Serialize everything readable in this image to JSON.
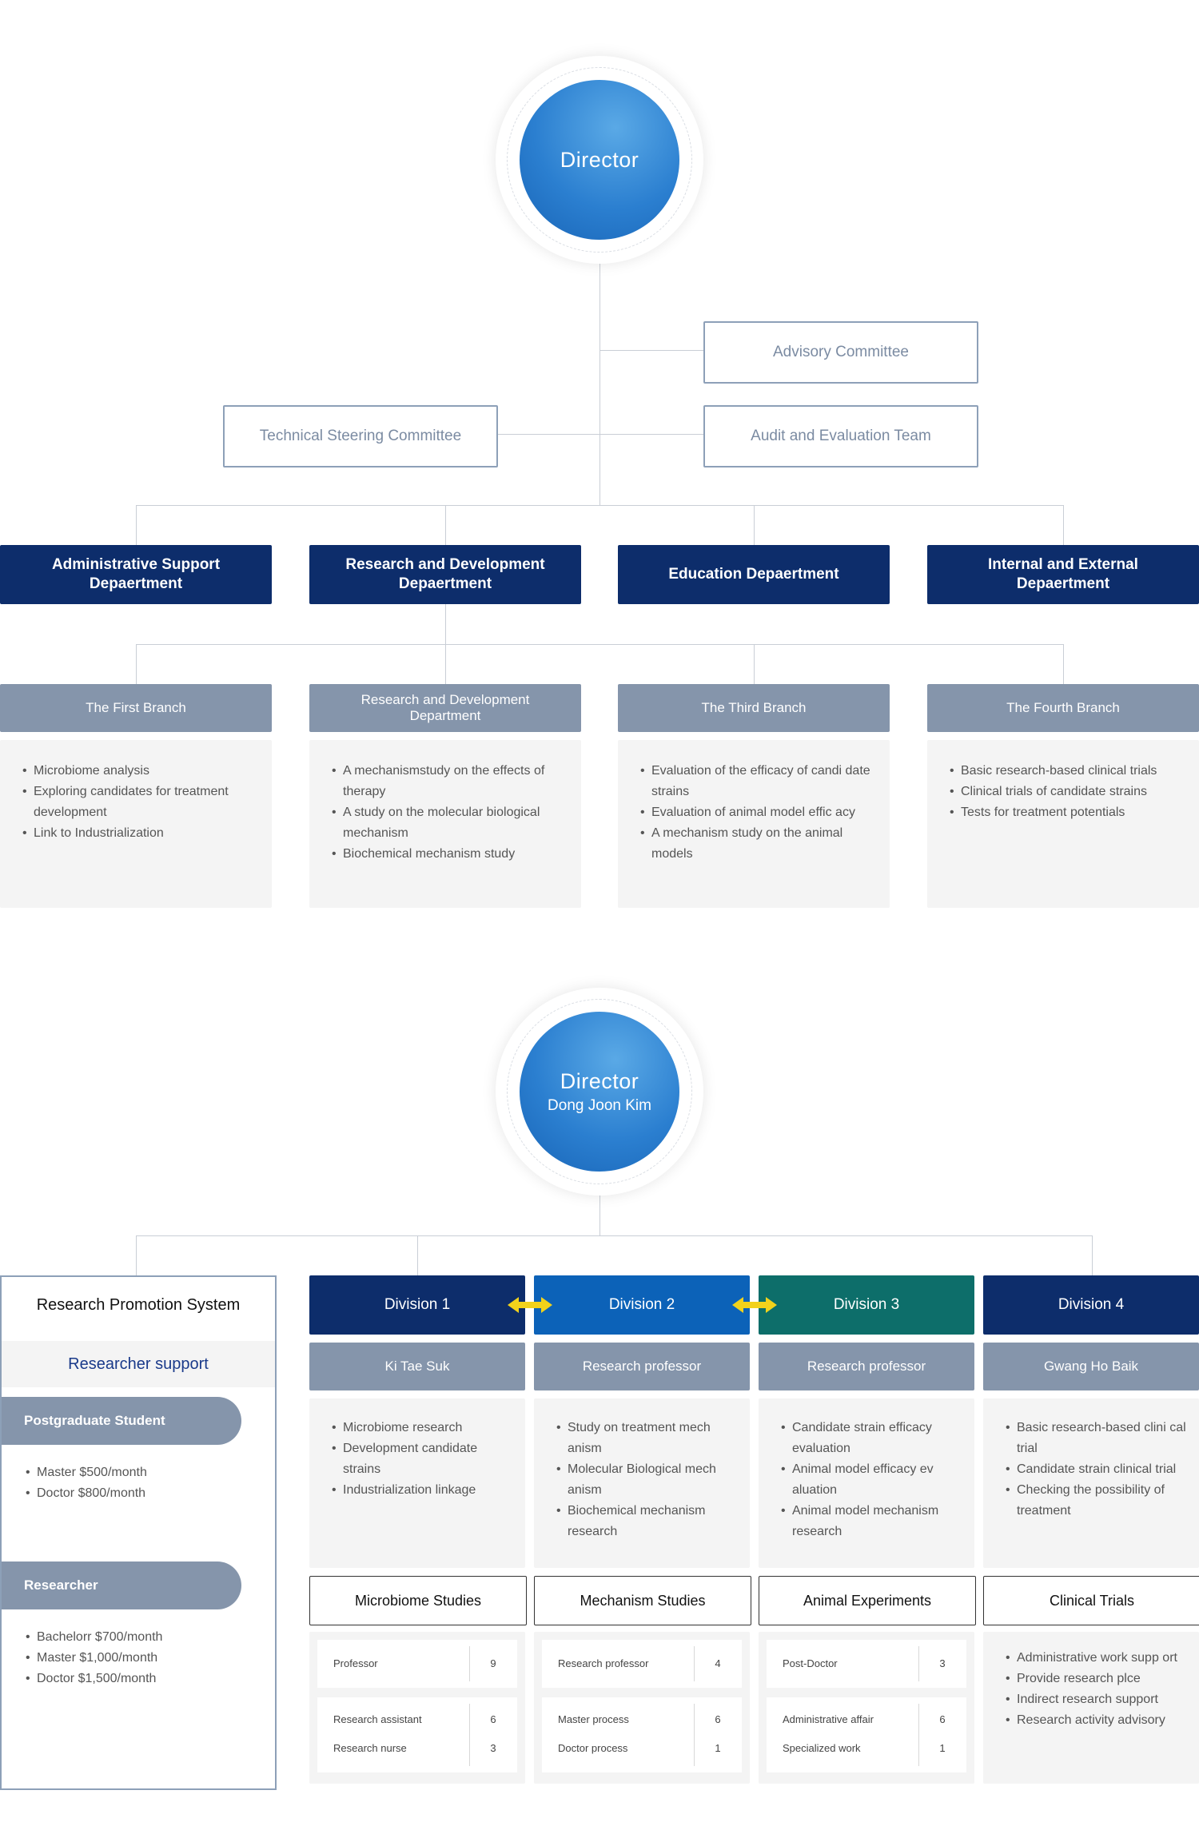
{
  "top": {
    "director": "Director",
    "committees": {
      "advisory": "Advisory Committee",
      "technical": "Technical Steering Committee",
      "audit": "Audit and Evaluation Team"
    },
    "departments": [
      {
        "l1": "Administrative Support",
        "l2": "Depaertment"
      },
      {
        "l1": "Research and Development",
        "l2": "Depaertment"
      },
      {
        "l1": "Education Depaertment",
        "l2": ""
      },
      {
        "l1": "Internal and External",
        "l2": "Depaertment"
      }
    ],
    "branches": [
      {
        "title": "The First Branch",
        "title2": "",
        "items": [
          "Microbiome analysis",
          "Exploring candidates for treatment development",
          "Link to Industrialization"
        ]
      },
      {
        "title": "Research and Development",
        "title2": "Department",
        "items": [
          "A mechanismstudy on the effects of therapy",
          "A study on the molecular biological mechanism",
          "Biochemical mechanism study"
        ]
      },
      {
        "title": "The Third Branch",
        "title2": "",
        "items": [
          "Evaluation of the efficacy of candi date strains",
          "Evaluation of animal model effic acy",
          "A mechanism study on the animal models"
        ]
      },
      {
        "title": "The Fourth Branch",
        "title2": "",
        "items": [
          "Basic research-based clinical trials",
          "Clinical trials of candidate strains",
          "Tests for treatment potentials"
        ]
      }
    ]
  },
  "bottom": {
    "director": "Director",
    "director_name": "Dong Joon Kim",
    "rps": {
      "title": "Research Promotion System",
      "subtitle": "Researcher support",
      "groups": [
        {
          "label": "Postgraduate Student",
          "items": [
            "Master $500/month",
            "Doctor $800/month"
          ]
        },
        {
          "label": "Researcher",
          "items": [
            "Bachelorr $700/month",
            "Master $1,000/month",
            "Doctor $1,500/month"
          ]
        }
      ]
    },
    "divisions": [
      {
        "name": "Division 1",
        "color": "#0d2d6b",
        "lead": "Ki Tae Suk",
        "items": [
          "Microbiome research",
          "Development candidate strains",
          "Industrialization linkage"
        ],
        "study": "Microbiome Studies",
        "staff": [
          [
            {
              "role": "Professor",
              "n": "9"
            }
          ],
          [
            {
              "role": "Research assistant",
              "n": "6"
            },
            {
              "role": "Research nurse",
              "n": "3"
            }
          ]
        ]
      },
      {
        "name": "Division 2",
        "color": "#0c62b8",
        "lead": "Research professor",
        "items": [
          "Study on treatment mech anism",
          "Molecular Biological mech anism",
          "Biochemical mechanism research"
        ],
        "study": "Mechanism Studies",
        "staff": [
          [
            {
              "role": "Research professor",
              "n": "4"
            }
          ],
          [
            {
              "role": "Master process",
              "n": "6"
            },
            {
              "role": "Doctor process",
              "n": "1"
            }
          ]
        ]
      },
      {
        "name": "Division 3",
        "color": "#0d6e6a",
        "lead": "Research professor",
        "items": [
          "Candidate strain efficacy evaluation",
          "Animal model efficacy ev aluation",
          "Animal model mechanism research"
        ],
        "study": "Animal Experiments",
        "staff": [
          [
            {
              "role": "Post-Doctor",
              "n": "3"
            }
          ],
          [
            {
              "role": "Administrative affair",
              "n": "6"
            },
            {
              "role": "Specialized work",
              "n": "1"
            }
          ]
        ]
      },
      {
        "name": "Division 4",
        "color": "#0d2d6b",
        "lead": "Gwang Ho Baik",
        "items": [
          "Basic research-based clini cal trial",
          "Candidate strain clinical trial",
          "Checking the possibility of treatment"
        ],
        "study": "Clinical Trials",
        "support": [
          "Administrative work supp ort",
          "Provide research plce",
          "Indirect research support",
          "Research activity advisory"
        ]
      }
    ],
    "arrow_color": "#f2d21b"
  }
}
